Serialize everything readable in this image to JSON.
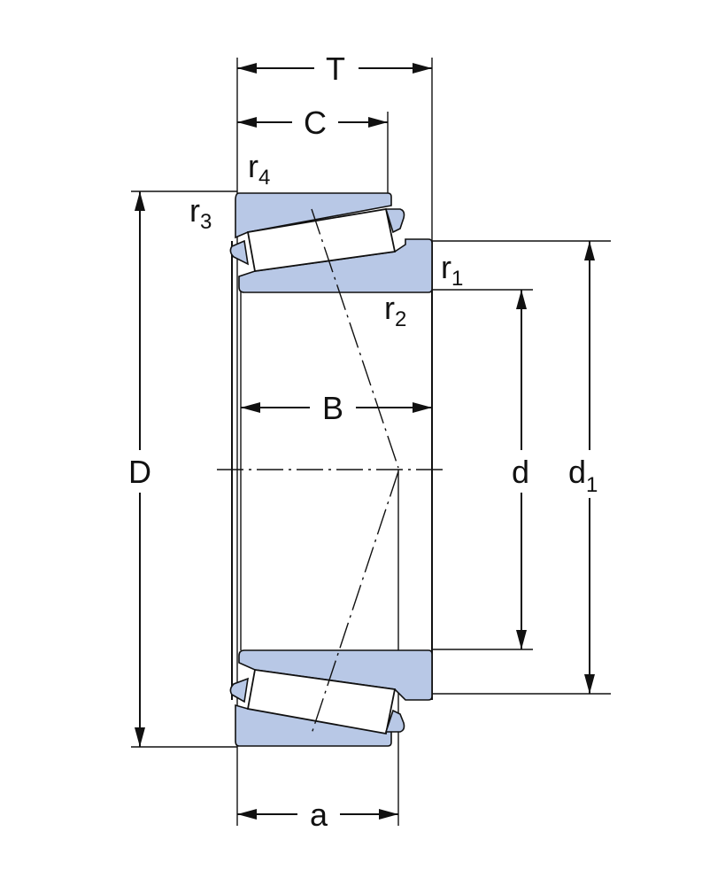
{
  "colors": {
    "component_fill": "#b8c8e6",
    "line": "#111111",
    "background": "#ffffff"
  },
  "labels": {
    "T": "T",
    "C": "C",
    "r4": {
      "main": "r",
      "sub": "4"
    },
    "r3": {
      "main": "r",
      "sub": "3"
    },
    "r1": {
      "main": "r",
      "sub": "1"
    },
    "r2": {
      "main": "r",
      "sub": "2"
    },
    "B": "B",
    "D": "D",
    "d": "d",
    "d1": {
      "main": "d",
      "sub": "1"
    },
    "a": "a"
  }
}
